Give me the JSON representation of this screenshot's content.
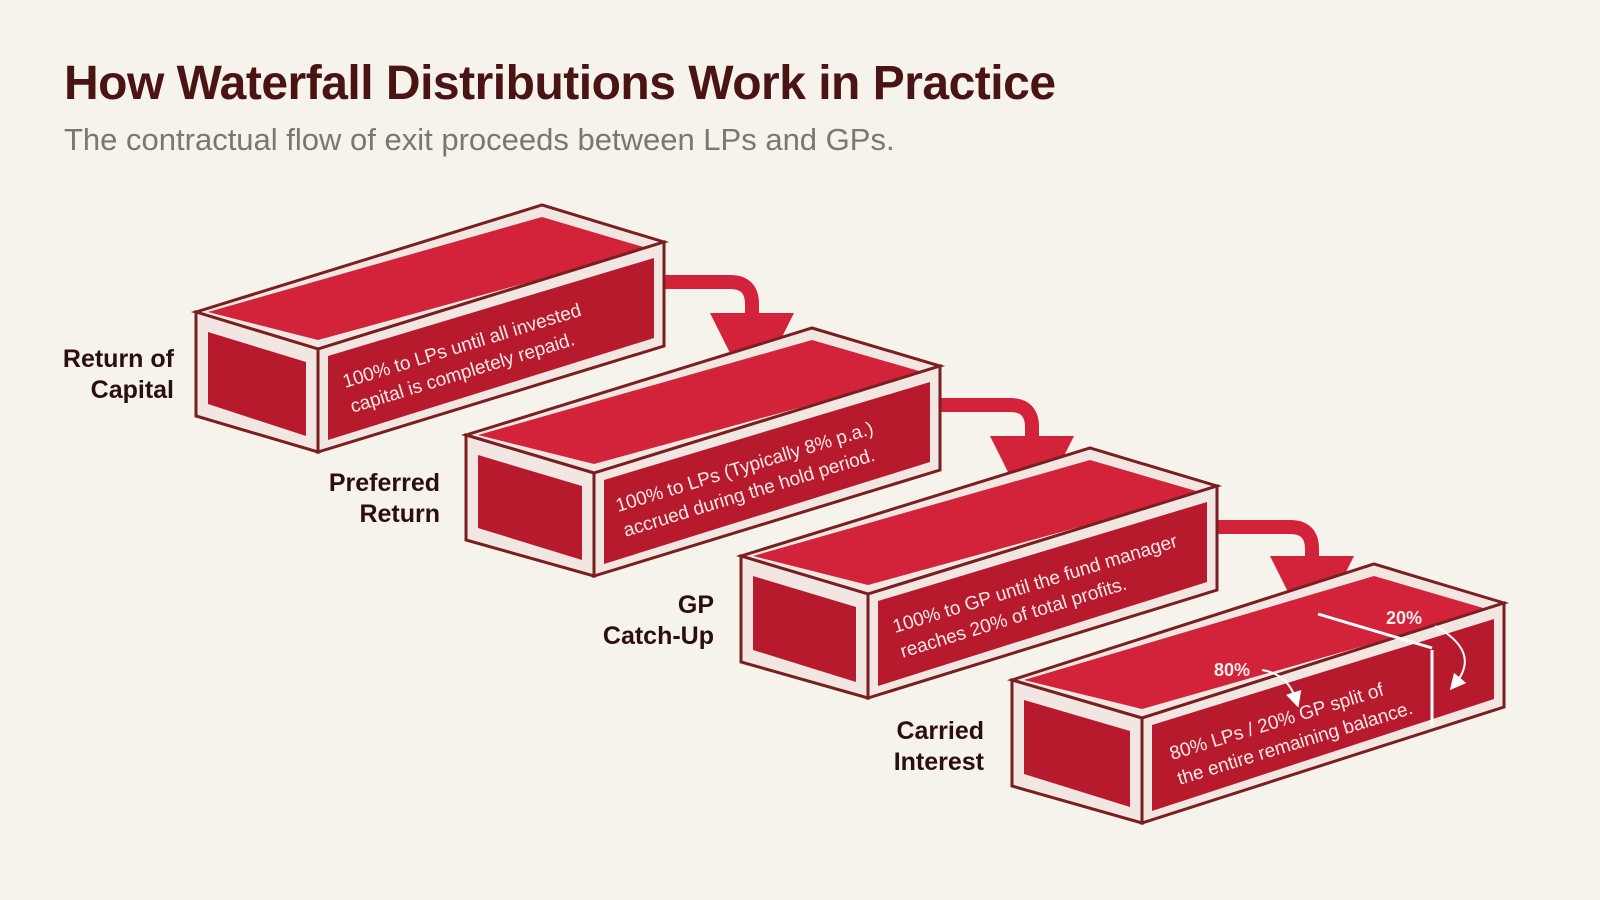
{
  "title": "How Waterfall Distributions Work in Practice",
  "subtitle": "The contractual flow of exit proceeds between LPs and GPs.",
  "stages": [
    {
      "label_line1": "Return of",
      "label_line2": "Capital",
      "desc_line1": "100% to LPs until all invested",
      "desc_line2": "capital is completely repaid."
    },
    {
      "label_line1": "Preferred",
      "label_line2": "Return",
      "desc_line1": "100% to LPs (Typically 8% p.a.)",
      "desc_line2": "accrued during the hold period."
    },
    {
      "label_line1": "GP",
      "label_line2": "Catch-Up",
      "desc_line1": "100% to GP until the fund manager",
      "desc_line2": "reaches 20% of total profits."
    },
    {
      "label_line1": "Carried",
      "label_line2": "Interest",
      "desc_line1": "80% LPs / 20% GP split of",
      "desc_line2": "the entire remaining balance."
    }
  ],
  "split": {
    "lp_label": "80%",
    "gp_label": "20%",
    "lp_share": 0.8,
    "gp_share": 0.2
  },
  "colors": {
    "background": "#f6f2ec",
    "title": "#4a1414",
    "subtitle": "#7b7672",
    "liquid_top": "#d3233a",
    "liquid_front": "#b81a2d",
    "frame": "#7a1f1f",
    "arrow": "#d3233a"
  }
}
